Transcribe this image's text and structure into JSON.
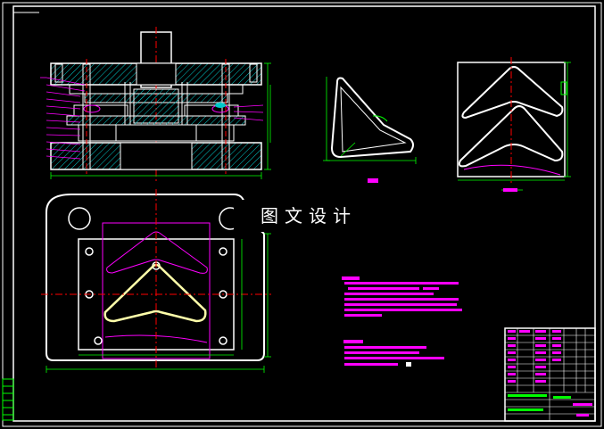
{
  "watermark": {
    "text": "图文设计"
  },
  "colors": {
    "background": "#000000",
    "outline": "#ffffff",
    "dimension": "#00ff00",
    "center_line": "#ff0000",
    "callout": "#ff00ff",
    "hatch": "#00c8c8",
    "blank_outline": "#ffffaa"
  },
  "views": [
    {
      "name": "front-section-view"
    },
    {
      "name": "blank-part-view"
    },
    {
      "name": "bent-part-view"
    },
    {
      "name": "plan-view"
    }
  ],
  "title_block": {
    "present": true
  }
}
